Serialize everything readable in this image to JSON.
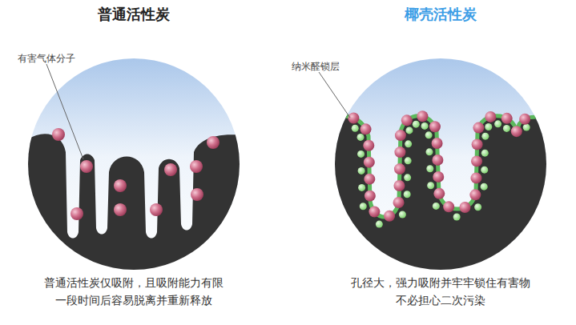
{
  "diagram": {
    "nodes": [
      {
        "text": [
          "普通活性炭",
          "普通活性炭仅吸附，且吸附能力有限 一段时间后容易脱离并重新释放"
        ]
      },
      {
        "text": [
          "椰壳活性炭",
          "孔径大，强力吸附并牢牢锁住有害物 不必担心二次污染"
        ]
      }
    ],
    "labels": [
      "有害气体分子",
      "纳米醛锁层"
    ]
  }
}
